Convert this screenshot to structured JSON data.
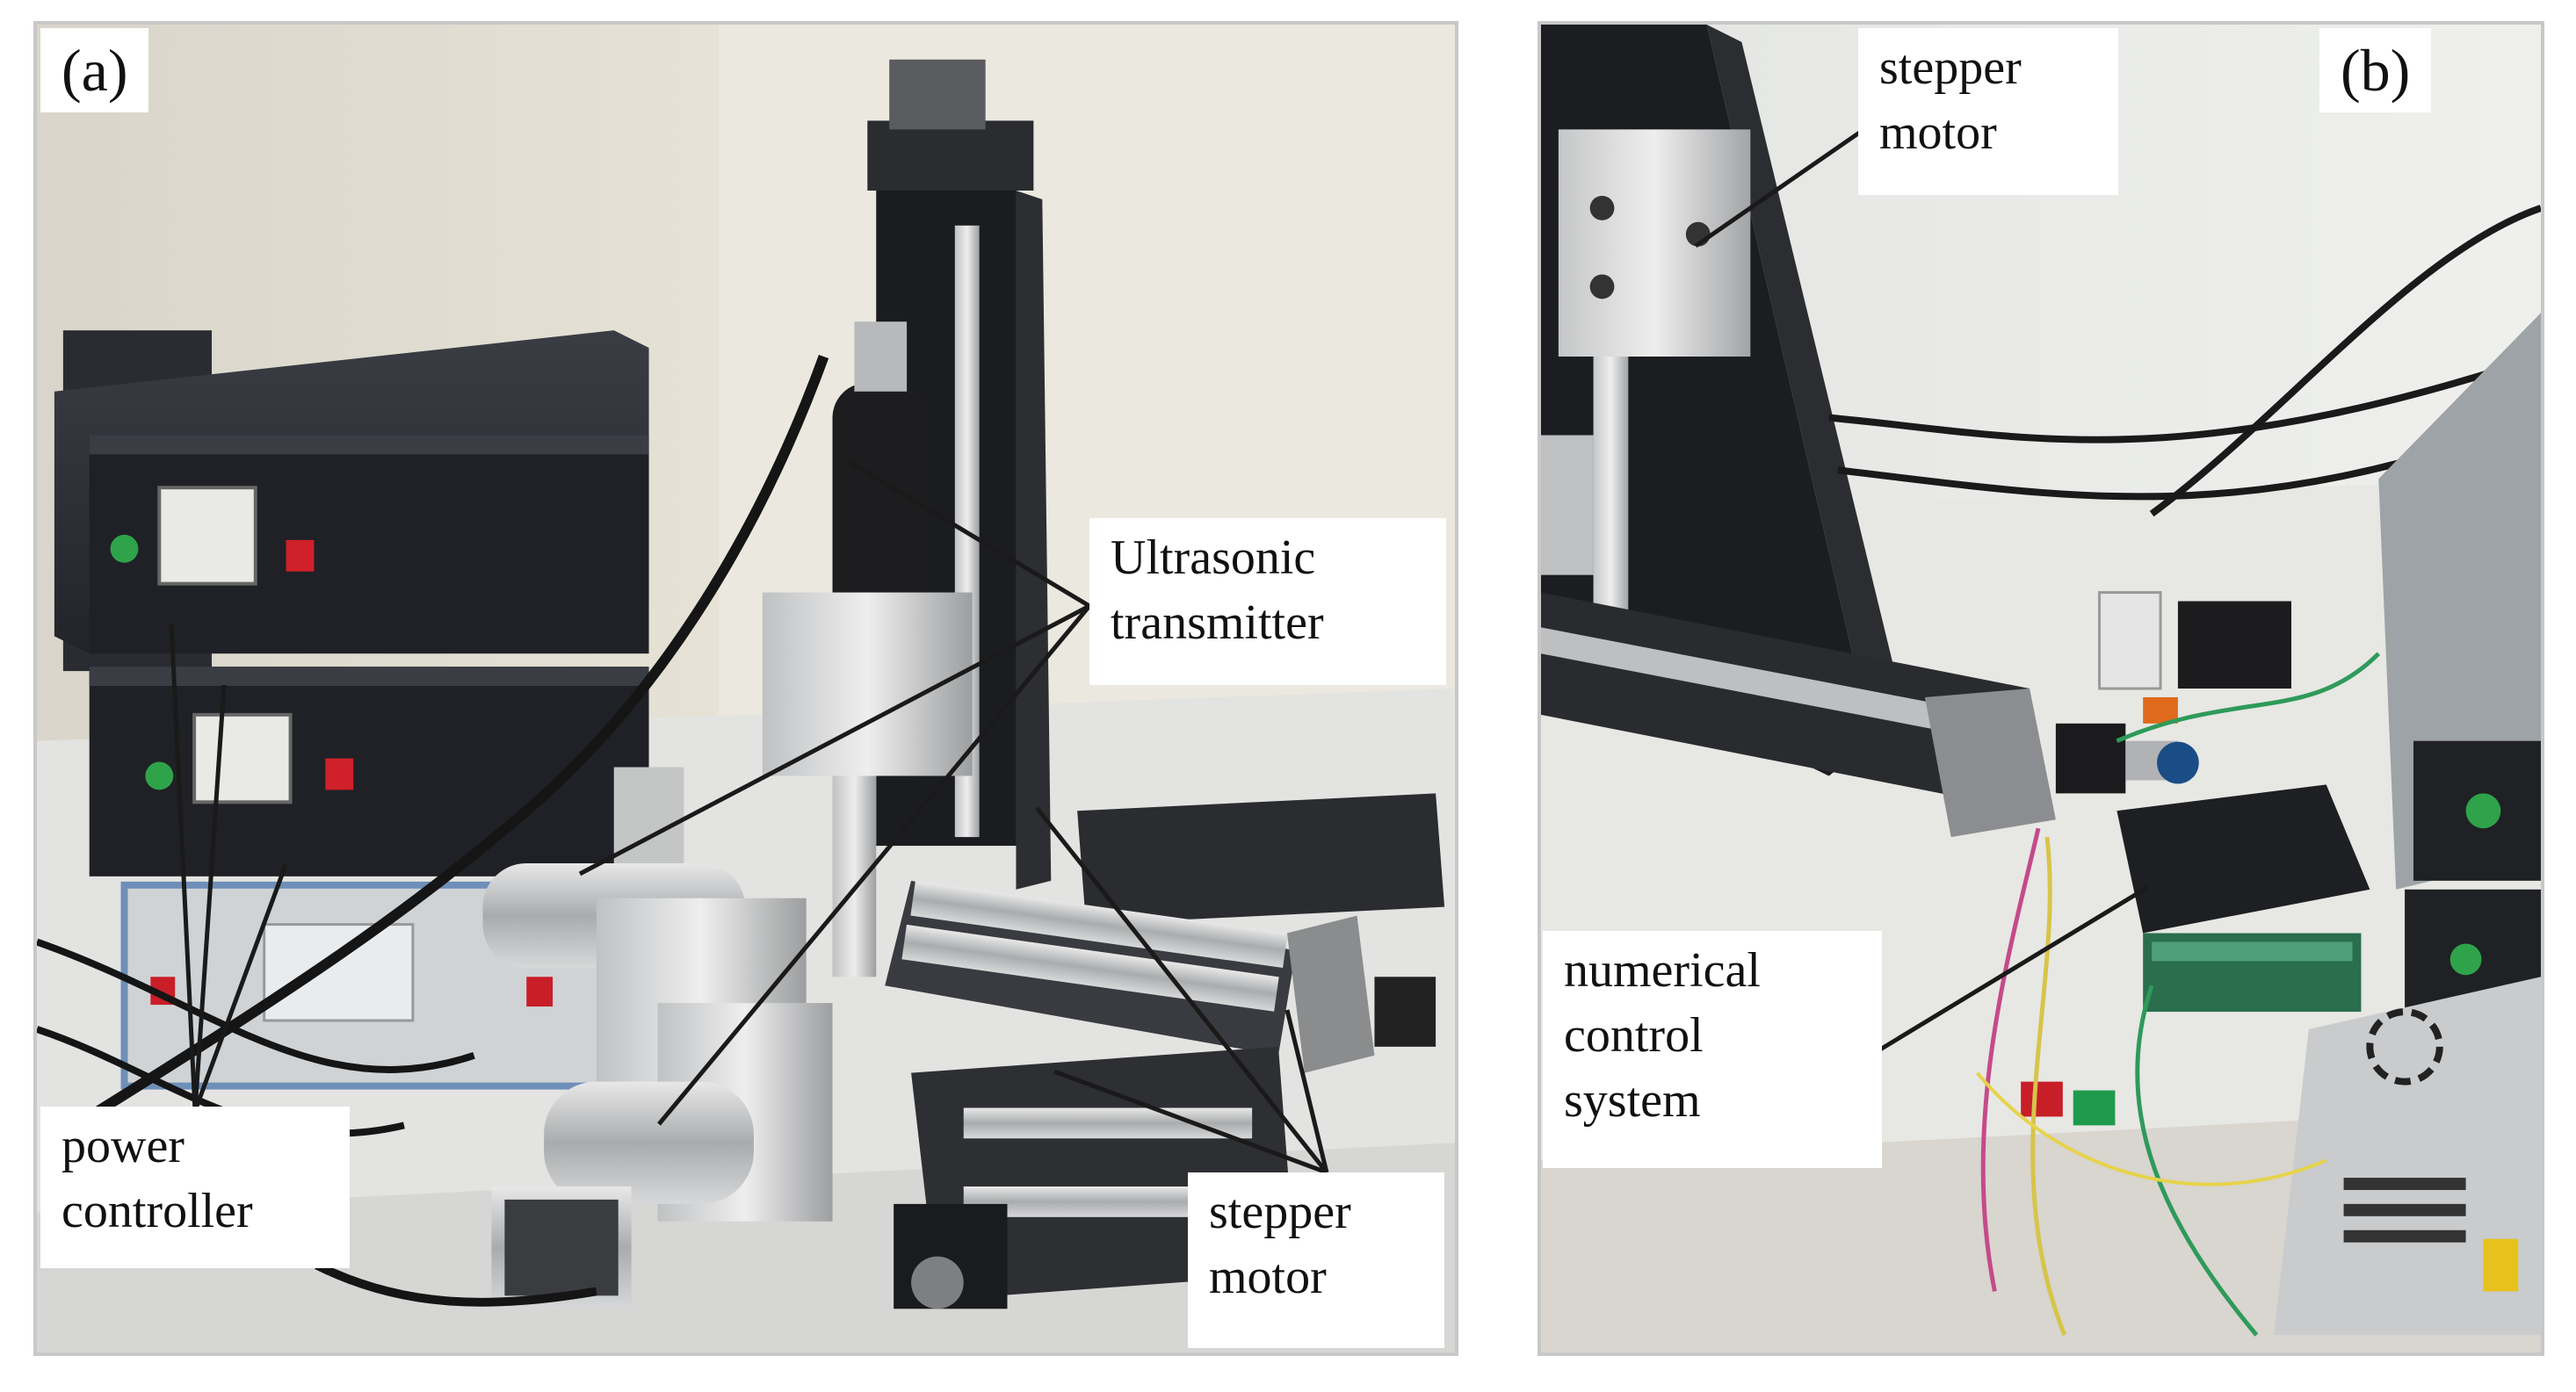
{
  "figure": {
    "panel_a": {
      "tag": "(a)",
      "labels": {
        "ultrasonic_line1": "Ultrasonic",
        "ultrasonic_line2": "transmitter",
        "power_line1": "power",
        "power_line2": "controller",
        "stepper_line1": "stepper",
        "stepper_line2": "motor"
      }
    },
    "panel_b": {
      "tag": "(b)",
      "labels": {
        "stepper_line1": "stepper",
        "stepper_line2": "motor",
        "numerical_line1": "numerical",
        "numerical_line2": "control",
        "numerical_line3": "system"
      }
    }
  }
}
